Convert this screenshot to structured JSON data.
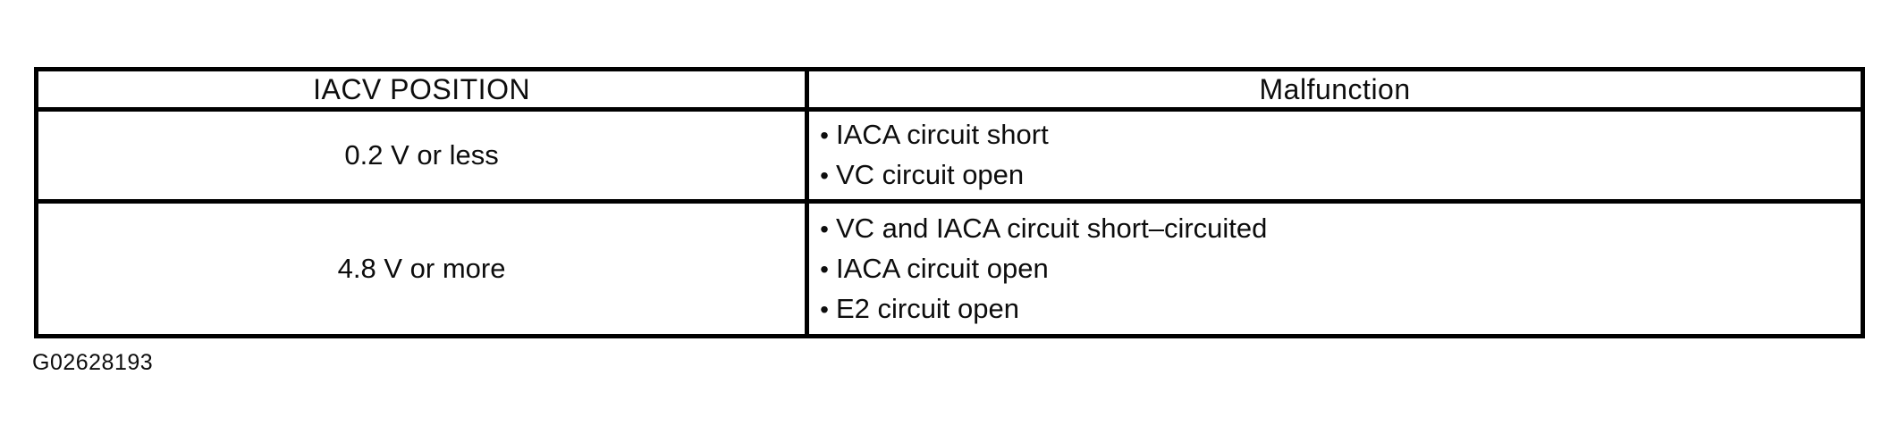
{
  "table": {
    "columns": [
      {
        "header": "IACV POSITION"
      },
      {
        "header": "Malfunction"
      }
    ],
    "rows": [
      {
        "position": "0.2 V or less",
        "malfunctions": [
          "IACA circuit short",
          "VC circuit open"
        ]
      },
      {
        "position": "4.8 V or more",
        "malfunctions": [
          "VC and IACA circuit short–circuited",
          "IACA circuit open",
          "E2 circuit open"
        ]
      }
    ]
  },
  "figure_id": "G02628193",
  "glyphs": {
    "bullet": "•"
  },
  "colors": {
    "border": "#000000",
    "background": "#ffffff",
    "text": "#0d0d0d"
  }
}
